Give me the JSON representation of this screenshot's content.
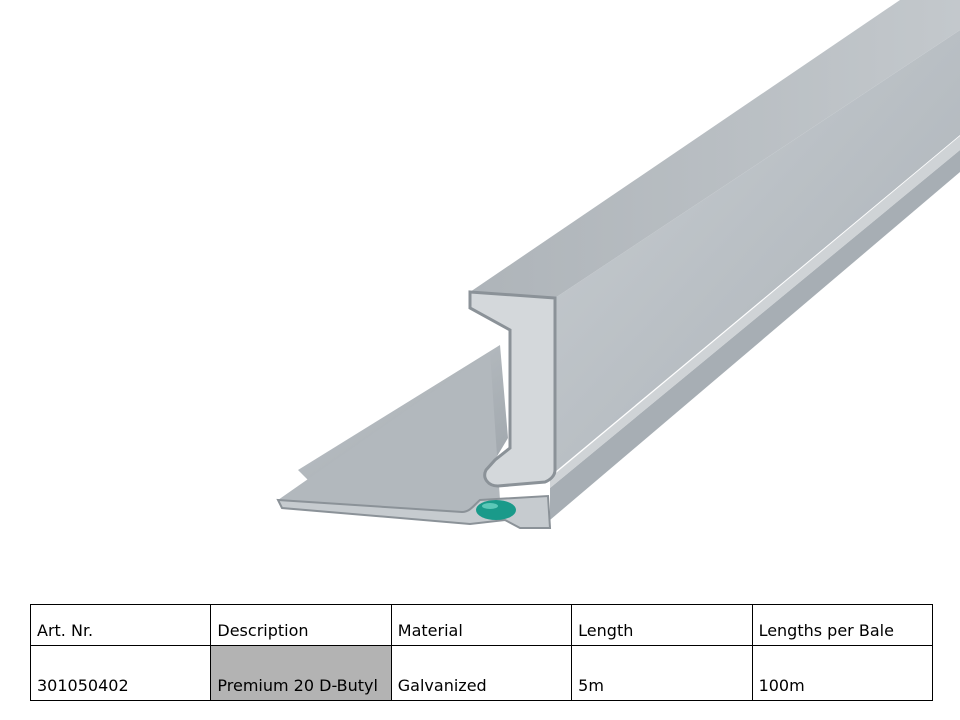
{
  "spec_table": {
    "headers": [
      "Art. Nr.",
      "Description",
      "Material",
      "Length",
      "Lengths per Bale"
    ],
    "rows": [
      [
        "301050402",
        "Premium 20 D-Butyl",
        "Galvanized",
        "5m",
        "100m"
      ]
    ]
  },
  "colors": {
    "description_cell_bg": "#b3b3b3",
    "metal": "#b9bfc4",
    "butyl_seal": "#1a9a8a"
  }
}
